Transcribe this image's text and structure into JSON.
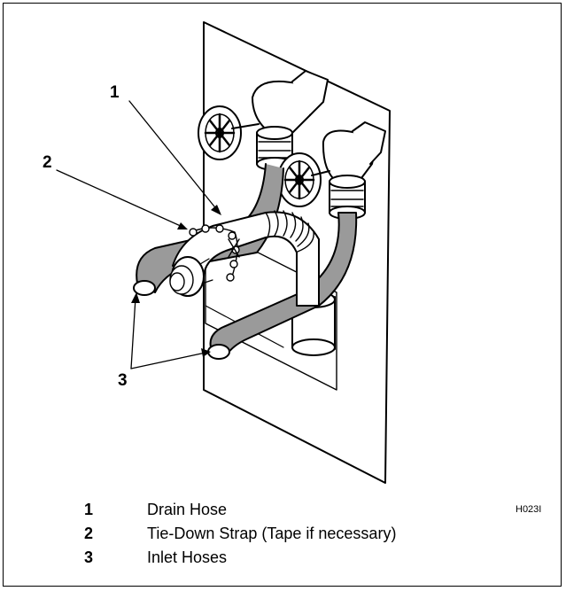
{
  "figure": {
    "callouts": [
      {
        "number": "1"
      },
      {
        "number": "2"
      },
      {
        "number": "3"
      }
    ],
    "figure_code": "H023I"
  },
  "legend": [
    {
      "number": "1",
      "text": "Drain Hose"
    },
    {
      "number": "2",
      "text": "Tie-Down Strap (Tape if necessary)"
    },
    {
      "number": "3",
      "text": "Inlet Hoses"
    }
  ],
  "colors": {
    "line": "#000000",
    "hose_shade": "#9a9a9a",
    "panel": "#ffffff"
  }
}
